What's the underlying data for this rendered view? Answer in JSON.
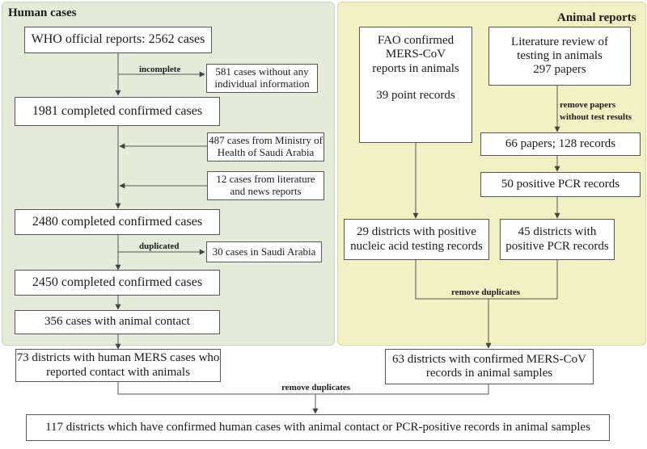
{
  "human_panel": {
    "title": "Human cases",
    "who_reports": "WHO official reports: 2562 cases",
    "incomplete_label": "incomplete",
    "no_info": "581 cases without any individual information",
    "completed_1981": "1981 completed confirmed cases",
    "ministry": "487 cases from Ministry of Health of Saudi Arabia",
    "literature_news": "12 cases from literature and news reports",
    "completed_2480": "2480 completed confirmed cases",
    "duplicated_label": "duplicated",
    "saudi_dup": "30 cases in Saudi Arabia",
    "completed_2450": "2450 completed confirmed cases",
    "animal_contact": "356 cases with animal contact"
  },
  "animal_panel": {
    "title": "Animal reports",
    "fao": "FAO confirmed MERS-CoV reports in animals",
    "fao_points": "39 point records",
    "lit_review": "Literature review of testing in animals",
    "lit_papers": "297 papers",
    "remove_papers_label": "remove papers without test results",
    "papers_records": "66 papers; 128 records",
    "pcr_records": "50 positive PCR records",
    "nucleic_districts": "29 districts with positive nucleic acid testing records",
    "pcr_districts": "45 districts with positive PCR records",
    "remove_dup_label": "remove duplicates"
  },
  "bottom": {
    "human_districts": "73 districts with human MERS cases who reported contact with animals",
    "animal_districts": "63 districts with confirmed MERS-CoV records in animal samples",
    "remove_dup_label": "remove duplicates",
    "final": "117 districts which have confirmed human cases with animal contact or PCR-positive records in animal samples"
  },
  "colors": {
    "human_panel_bg": "#e4ecd9",
    "animal_panel_bg": "#f1f1c4",
    "box_border": "#555555"
  }
}
